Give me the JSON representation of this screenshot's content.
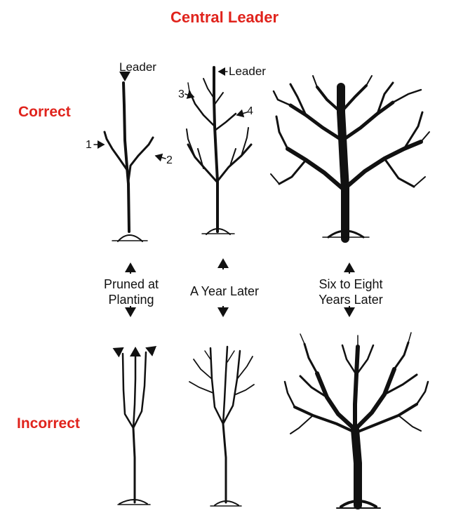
{
  "title": "Central Leader",
  "rows": {
    "correct": "Correct",
    "incorrect": "Incorrect"
  },
  "stages": [
    {
      "line1": "Pruned at",
      "line2": "Planting"
    },
    {
      "line1": "A Year Later",
      "line2": ""
    },
    {
      "line1": "Six to Eight",
      "line2": "Years Later"
    }
  ],
  "annotations": {
    "leader_1": "Leader",
    "leader_2": "Leader",
    "num_1": "1",
    "num_2": "2",
    "num_3": "3",
    "num_4": "4"
  },
  "colors": {
    "label_red": "#e0231c",
    "ink": "#111111"
  },
  "icons": [
    "arrow-up-icon",
    "arrow-down-icon",
    "tree-illustration"
  ]
}
